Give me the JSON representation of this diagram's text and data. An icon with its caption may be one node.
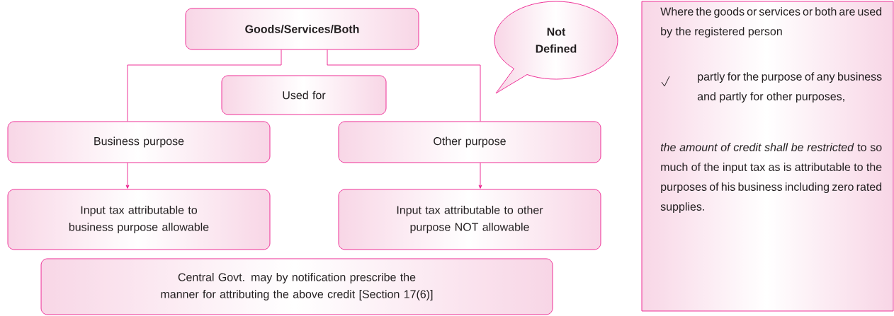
{
  "diagram": {
    "nodes": [
      {
        "text": [
          "Goods/Services/Both"
        ]
      },
      {
        "text": [
          "Not Defined"
        ]
      },
      {
        "text": [
          "Used for"
        ]
      },
      {
        "text": [
          "Business purpose"
        ]
      },
      {
        "text": [
          "Other purpose"
        ]
      },
      {
        "text": [
          "Input tax attributable to business purpose allowable"
        ]
      },
      {
        "text": [
          "Input tax attributable to other purpose NOT allowable"
        ]
      },
      {
        "text": [
          "Central Govt. may by notification prescribe the manner for attributing the above credit [Section 17(6)]"
        ]
      },
      {
        "text": [
          "Where the goods or services or both are used by the registered person",
          "partly for the purpose of any business and partly for other purposes,",
          "*the amount of credit shall be restricted* to so much of the input tax as is attributable to the purposes of his business including zero rated supplies."
        ]
      }
    ],
    "edges": [
      {
        "from": 0,
        "to": 3,
        "arrow": "none"
      },
      {
        "from": 0,
        "to": 4,
        "arrow": "none"
      },
      {
        "from": 3,
        "to": 5,
        "arrow": "to"
      },
      {
        "from": 4,
        "to": 6,
        "arrow": "to"
      }
    ]
  }
}
